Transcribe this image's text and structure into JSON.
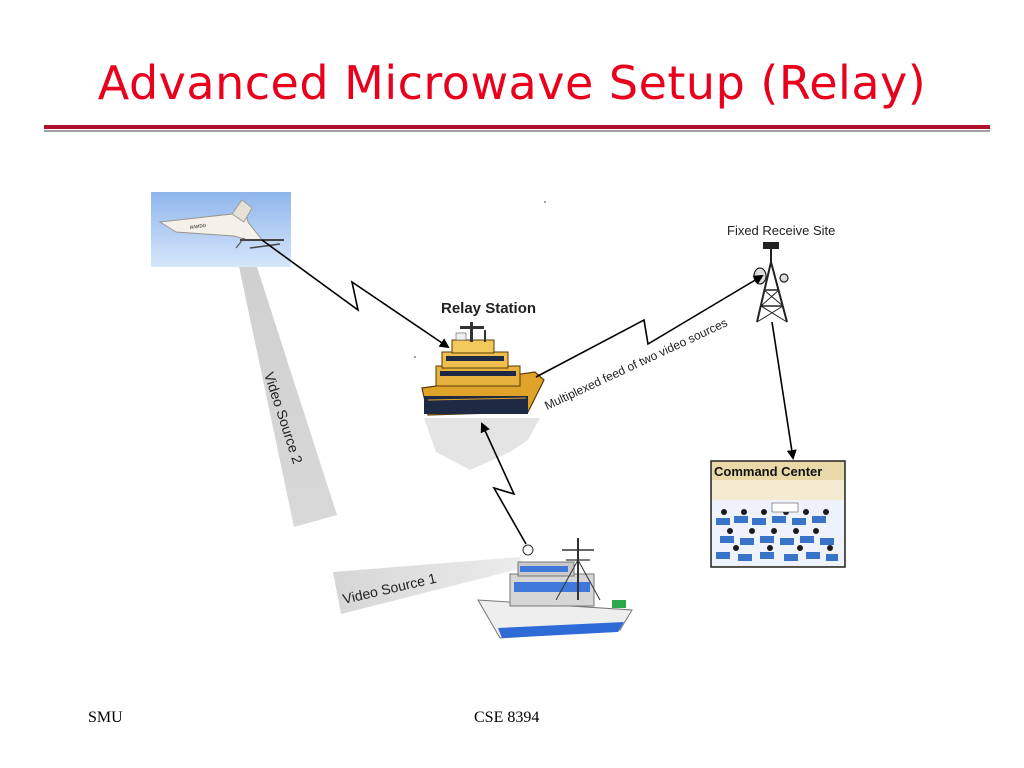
{
  "slide": {
    "title": "Advanced Microwave Setup (Relay)",
    "footer_left": "SMU",
    "footer_center": "CSE 8394"
  },
  "diagram": {
    "relay_station_label": "Relay Station",
    "fixed_receive_label": "Fixed Receive Site",
    "multiplexed_label": "Multiplexed feed of two video sources",
    "video_source_2_label": "Video Source 2",
    "video_source_1_label": "Video Source 1",
    "command_center_label": "Command Center",
    "icons": [
      "aircraft-icon",
      "relay-ship-icon",
      "source-ship-icon",
      "antenna-tower-icon",
      "command-center-icon"
    ]
  }
}
